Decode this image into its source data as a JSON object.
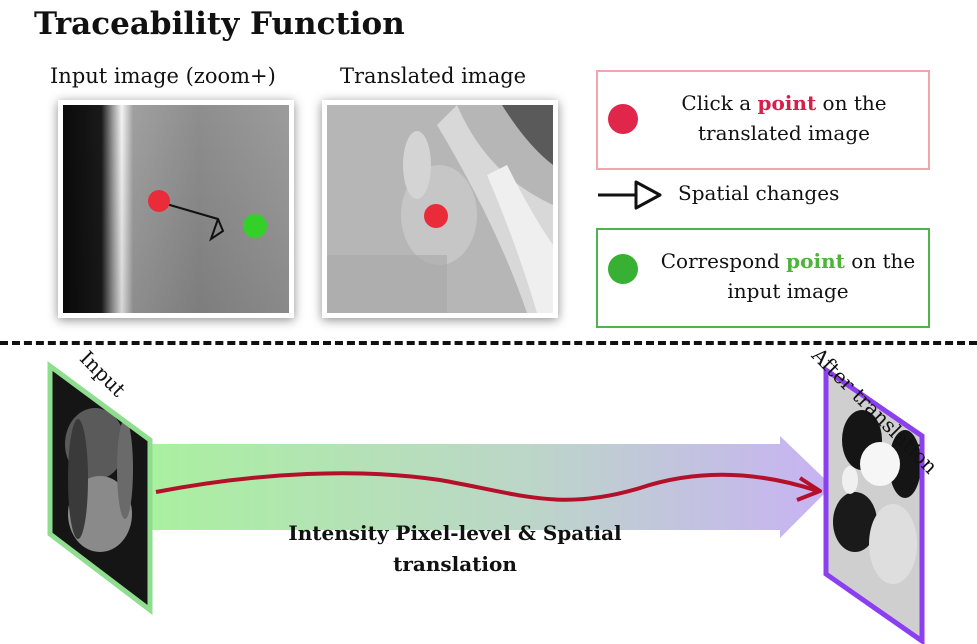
{
  "title": "Traceability Function",
  "captions": {
    "input": "Input image (zoom+)",
    "translated": "Translated image"
  },
  "legend": {
    "click": {
      "pre": "Click a ",
      "highlight": "point",
      "post": " on the translated image"
    },
    "spatial": "Spatial changes",
    "correspond": {
      "pre": "Correspond ",
      "highlight": "point",
      "post": " on the input image"
    }
  },
  "bottom": {
    "input_label": "Input",
    "output_label": "After translation",
    "process_label": "Intensity Pixel-level & Spatial translation"
  },
  "colors": {
    "click_point": "#e0264a",
    "correspond_point": "#37b034",
    "click_border": "#f2a5ad",
    "correspond_border": "#4cb64c",
    "input_frame": "#8fde8f",
    "output_frame": "#8c3ff0",
    "arrow_start": "#aaf0a0",
    "arrow_end": "#c8b2f4",
    "curve": "#b5102a"
  },
  "icons": [
    "click-point-icon",
    "correspond-point-icon",
    "spatial-arrow-icon"
  ]
}
